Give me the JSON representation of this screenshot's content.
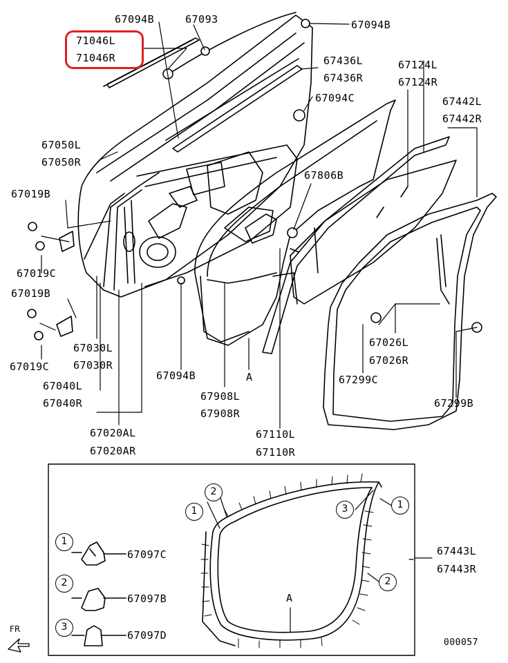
{
  "labels": {
    "p67094B_top": "67094B",
    "p67093": "67093",
    "p67094B_right": "67094B",
    "p71046L": "71046L",
    "p71046R": "71046R",
    "p67436L": "67436L",
    "p67436R": "67436R",
    "p67124L": "67124L",
    "p67124R": "67124R",
    "p67094C": "67094C",
    "p67442L": "67442L",
    "p67442R": "67442R",
    "p67050L": "67050L",
    "p67050R": "67050R",
    "p67806B": "67806B",
    "p67019B_a": "67019B",
    "p67019C_a": "67019C",
    "p67019B_b": "67019B",
    "p67019C_b": "67019C",
    "p67030L": "67030L",
    "p67030R": "67030R",
    "p67040L": "67040L",
    "p67040R": "67040R",
    "p67094B_low": "67094B",
    "p67908L": "67908L",
    "p67908R": "67908R",
    "markA_upper": "A",
    "p67026L": "67026L",
    "p67026R": "67026R",
    "p67299C": "67299C",
    "p67299B": "67299B",
    "p67020AL": "67020AL",
    "p67020AR": "67020AR",
    "p67110L": "67110L",
    "p67110R": "67110R",
    "p67443L": "67443L",
    "p67443R": "67443R",
    "p67097C": "67097C",
    "p67097B": "67097B",
    "p67097D": "67097D",
    "markA_lower": "A",
    "diagram_no": "000057",
    "fr": "FR"
  },
  "callouts": {
    "c1_left": "1",
    "c2_top": "2",
    "c3_inner": "3",
    "c1_right": "1",
    "c2_right": "2",
    "leg1": "1",
    "leg2": "2",
    "leg3": "3"
  },
  "colors": {
    "line": "#000000",
    "highlight": "#e0201e",
    "background": "#ffffff"
  }
}
